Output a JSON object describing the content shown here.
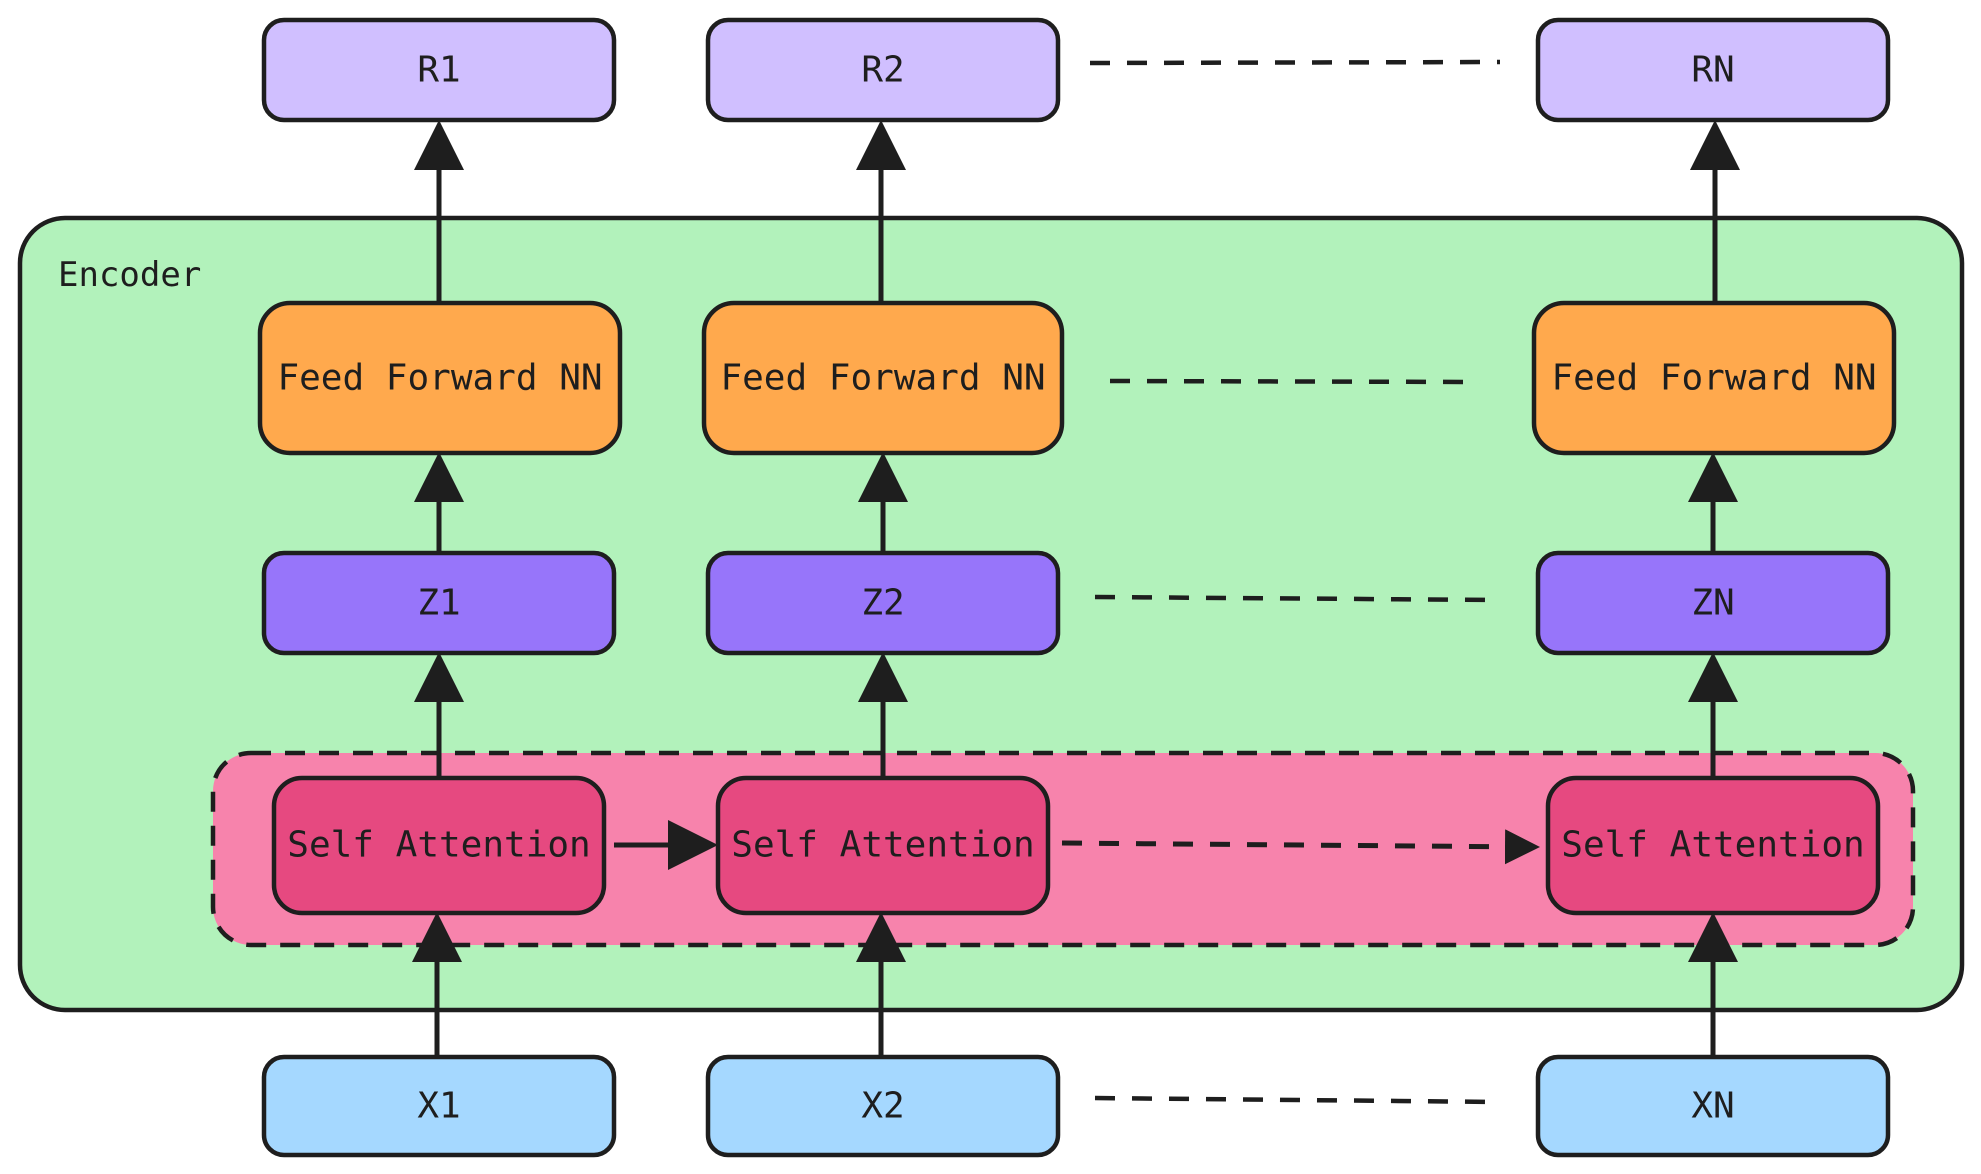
{
  "encoder": {
    "title": "Encoder",
    "fill_color": "#b2f2bb"
  },
  "outputs": {
    "fill_color": "#d0bfff",
    "labels": [
      "R1",
      "R2",
      "RN"
    ]
  },
  "feed_forward": {
    "fill_color": "#ffa94d",
    "labels": [
      "Feed Forward NN",
      "Feed Forward NN",
      "Feed Forward NN"
    ]
  },
  "z_vectors": {
    "fill_color": "#9775fa",
    "labels": [
      "Z1",
      "Z2",
      "ZN"
    ]
  },
  "self_attention": {
    "group_fill_color": "#f783ac",
    "fill_color": "#e64980",
    "labels": [
      "Self Attention",
      "Self Attention",
      "Self Attention"
    ]
  },
  "inputs": {
    "fill_color": "#a5d8ff",
    "labels": [
      "X1",
      "X2",
      "XN"
    ]
  },
  "stroke_color": "#1e1e1e"
}
